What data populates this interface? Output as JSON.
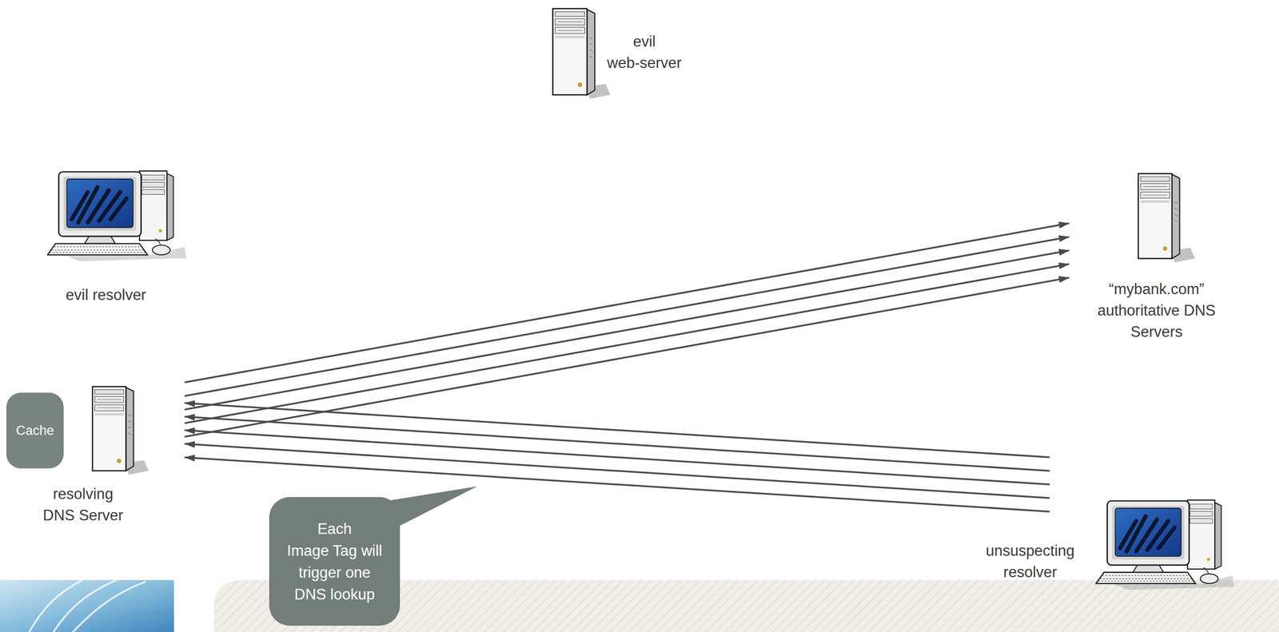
{
  "diagram": {
    "nodes": [
      {
        "text": [
          "evil web-server"
        ]
      },
      {
        "text": [
          "evil resolver"
        ]
      },
      {
        "text": [
          "“mybank.com” authoritative DNS Servers"
        ]
      },
      {
        "text": [
          "Cache"
        ]
      },
      {
        "text": [
          "resolving DNS Server"
        ]
      },
      {
        "text": [
          "Each Image Tag will trigger one DNS lookup"
        ]
      },
      {
        "text": [
          "unsuspecting resolver"
        ]
      }
    ],
    "edges": [
      {
        "from": 4,
        "to": 2,
        "arrow": "to"
      },
      {
        "from": 4,
        "to": 2,
        "arrow": "to"
      },
      {
        "from": 4,
        "to": 2,
        "arrow": "to"
      },
      {
        "from": 4,
        "to": 2,
        "arrow": "to"
      },
      {
        "from": 4,
        "to": 2,
        "arrow": "to"
      },
      {
        "from": 6,
        "to": 4,
        "arrow": "to"
      },
      {
        "from": 6,
        "to": 4,
        "arrow": "to"
      },
      {
        "from": 6,
        "to": 4,
        "arrow": "to"
      },
      {
        "from": 6,
        "to": 4,
        "arrow": "to"
      },
      {
        "from": 6,
        "to": 4,
        "arrow": "to"
      }
    ]
  }
}
